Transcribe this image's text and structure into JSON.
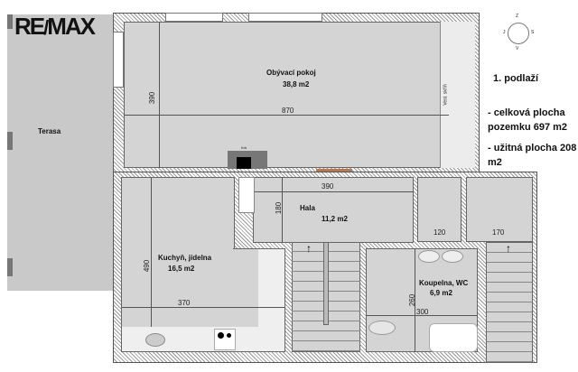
{
  "logo": "RE/MAX",
  "compass": {
    "n": "Z",
    "w": "J",
    "e": "S",
    "s": "V"
  },
  "floor_label": "1. podlaží",
  "info": {
    "total": "- celková plocha pozemku 697 m2",
    "usable": "- užitná plocha 208 m2"
  },
  "terrace": {
    "name": "Terasa"
  },
  "living": {
    "name": "Obývací pokoj",
    "area": "38,8 m2",
    "dim_v": "390",
    "dim_h": "870",
    "wardrobe": "Vest. skříň",
    "fireplace": "Krb"
  },
  "hall": {
    "name": "Hala",
    "area": "11,2 m2",
    "dim_h": "390",
    "dim_v": "180"
  },
  "small_rooms": {
    "dim_a": "120",
    "dim_b": "170"
  },
  "kitchen": {
    "name": "Kuchyň, jídelna",
    "area": "16,5 m2",
    "dim_v": "490",
    "dim_h": "370"
  },
  "bath": {
    "name": "Koupelna, WC",
    "area": "6,9 m2",
    "dim_v": "260",
    "dim_h": "300"
  }
}
